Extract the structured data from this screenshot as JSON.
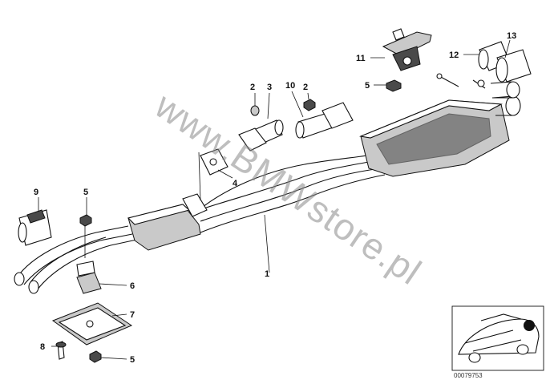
{
  "watermark": "www.BMWstore.pl",
  "reference_number": "00079753",
  "callouts": [
    {
      "id": "1",
      "label": "1"
    },
    {
      "id": "2a",
      "label": "2"
    },
    {
      "id": "3",
      "label": "3"
    },
    {
      "id": "10",
      "label": "10"
    },
    {
      "id": "2b",
      "label": "2"
    },
    {
      "id": "11",
      "label": "11"
    },
    {
      "id": "5a",
      "label": "5"
    },
    {
      "id": "12",
      "label": "12"
    },
    {
      "id": "13",
      "label": "13"
    },
    {
      "id": "4",
      "label": "4"
    },
    {
      "id": "9",
      "label": "9"
    },
    {
      "id": "5b",
      "label": "5"
    },
    {
      "id": "6",
      "label": "6"
    },
    {
      "id": "7",
      "label": "7"
    },
    {
      "id": "8",
      "label": "8"
    },
    {
      "id": "5c",
      "label": "5"
    }
  ]
}
